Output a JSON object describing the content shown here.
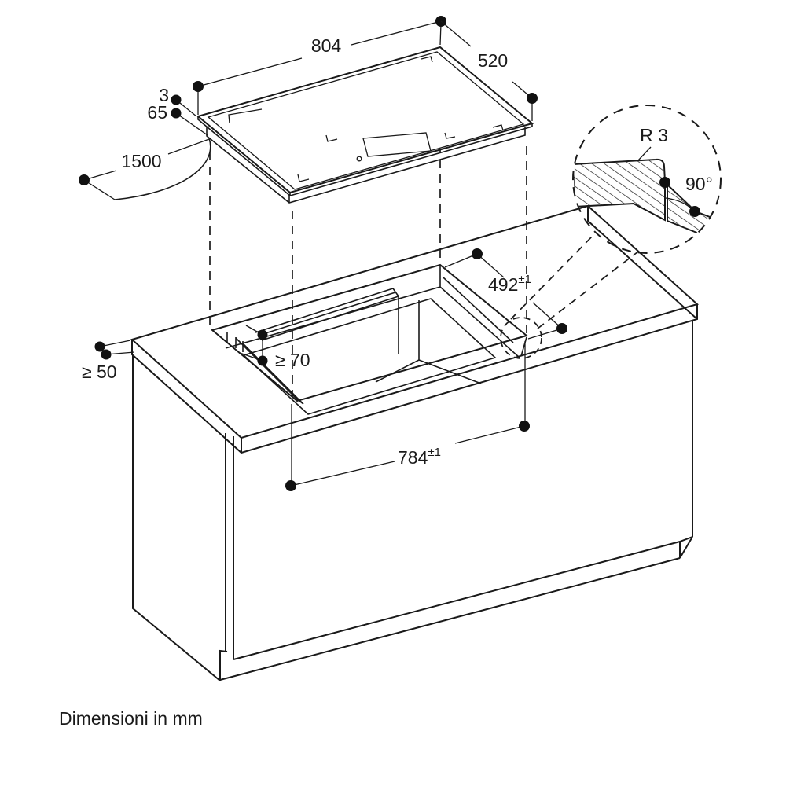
{
  "caption": "Dimensioni in mm",
  "dims": {
    "hob_width": "804",
    "hob_depth": "520",
    "glass_thickness": "3",
    "hob_height": "65",
    "cable_length": "1500",
    "cutout_depth_value": "492",
    "cutout_depth_tol": "±1",
    "cutout_width_value": "784",
    "cutout_width_tol": "±1",
    "min_clearance_front": "≥ 70",
    "min_clearance_side": "≥ 50"
  },
  "detail": {
    "radius_label": "R 3",
    "angle_label": "90°"
  },
  "colors": {
    "line": "#1a1a1a",
    "background": "#ffffff"
  }
}
